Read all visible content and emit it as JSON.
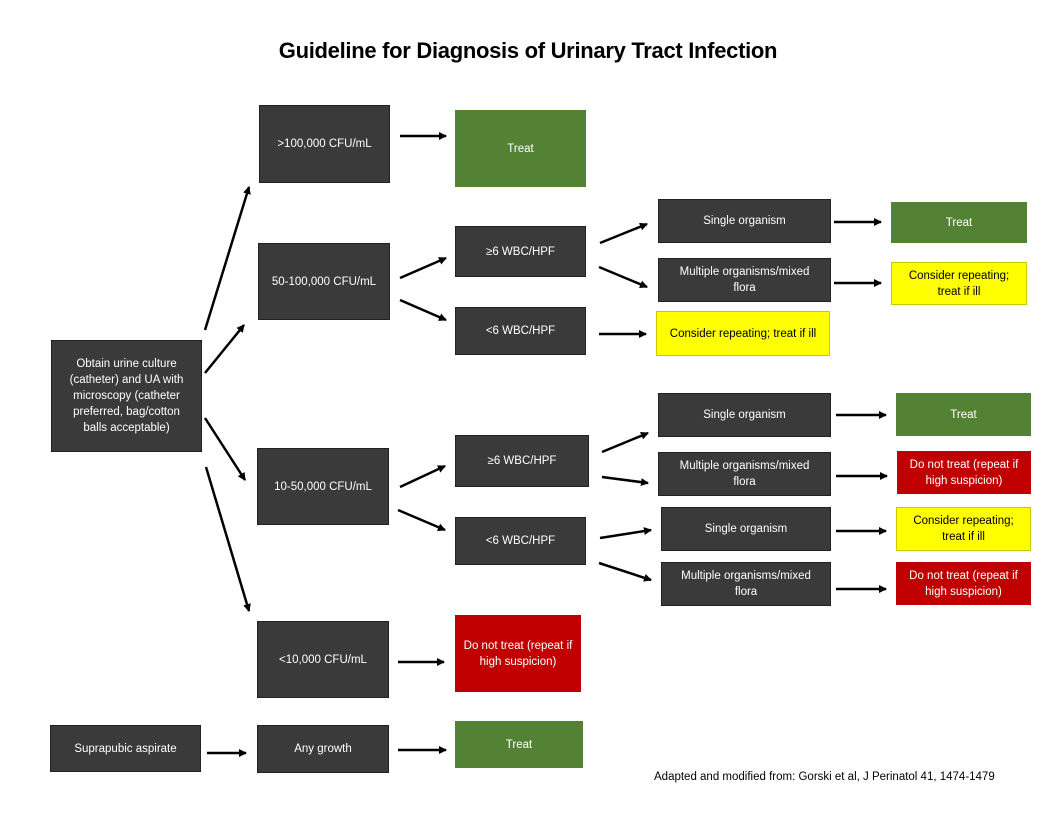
{
  "title": "Guideline for Diagnosis of Urinary Tract Infection",
  "start": "Obtain urine culture (catheter) and UA with microscopy (catheter preferred, bag/cotton balls acceptable)",
  "suprapubic": "Suprapubic aspirate",
  "counts": {
    "gt100k": ">100,000 CFU/mL",
    "c50_100k": "50-100,000 CFU/mL",
    "c10_50k": "10-50,000 CFU/mL",
    "lt10k": "<10,000 CFU/mL",
    "any": "Any growth"
  },
  "wbc": {
    "ge6": "≥6 WBC/HPF",
    "lt6": "<6 WBC/HPF"
  },
  "organism": {
    "single": "Single organism",
    "multiple": "Multiple organisms/mixed flora"
  },
  "outcomes": {
    "treat": "Treat",
    "consider_a": "Consider repeating; treat if ill",
    "consider_b": "Consider repeating; treat if ill",
    "do_not_treat_a": "Do not treat (repeat if high suspicion)",
    "do_not_treat_b": "Do not treat (repeat if high suspicion)"
  },
  "credit": "Adapted and modified from: Gorski et al,  J Perinatol 41, 1474-1479",
  "colors": {
    "dark": "#3a3a3a",
    "treat": "#548235",
    "do_not_treat": "#c00000",
    "consider": "#ffff00"
  }
}
